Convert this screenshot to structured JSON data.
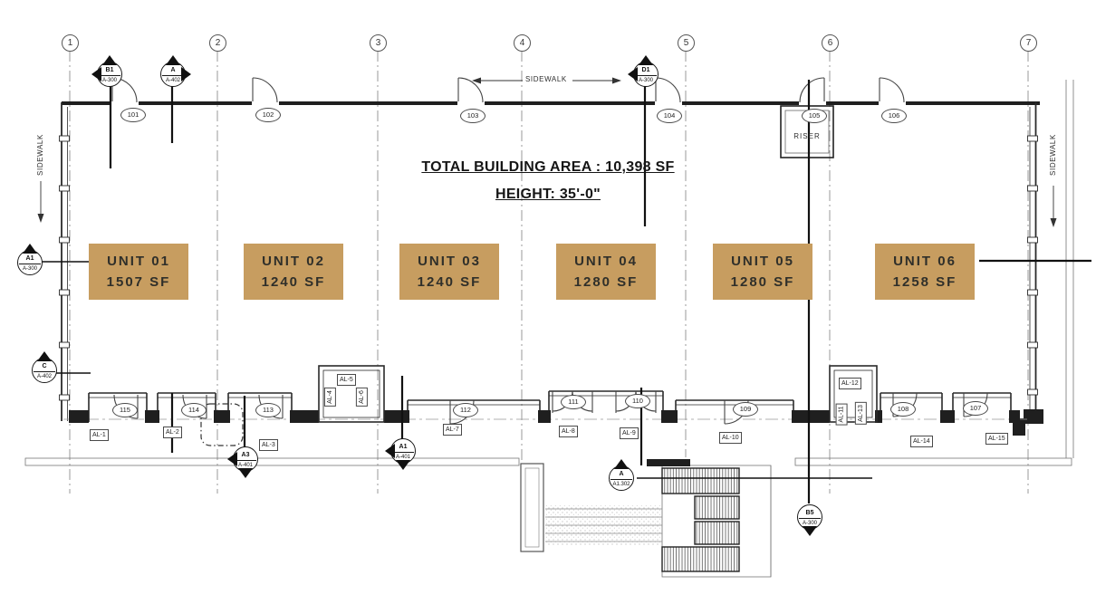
{
  "drawing": {
    "total_area_label": "TOTAL BUILDING AREA : 10,398 SF",
    "height_label": "HEIGHT: 35'-0\"",
    "riser_label": "RISER",
    "sidewalk_top": "SIDEWALK",
    "sidewalk_left": "SIDEWALK",
    "sidewalk_right": "SIDEWALK"
  },
  "colors": {
    "unit_fill": "#C79D60",
    "ink": "#1f1f1f"
  },
  "grid_bubbles": [
    {
      "label": "1"
    },
    {
      "label": "2"
    },
    {
      "label": "3"
    },
    {
      "label": "4"
    },
    {
      "label": "5"
    },
    {
      "label": "6"
    },
    {
      "label": "7"
    }
  ],
  "units": [
    {
      "name": "UNIT 01",
      "area": "1507 SF"
    },
    {
      "name": "UNIT 02",
      "area": "1240 SF"
    },
    {
      "name": "UNIT 03",
      "area": "1240 SF"
    },
    {
      "name": "UNIT 04",
      "area": "1280 SF"
    },
    {
      "name": "UNIT 05",
      "area": "1280 SF"
    },
    {
      "name": "UNIT 06",
      "area": "1258 SF"
    }
  ],
  "door_tags": [
    {
      "label": "101"
    },
    {
      "label": "102"
    },
    {
      "label": "103"
    },
    {
      "label": "104"
    },
    {
      "label": "105"
    },
    {
      "label": "106"
    },
    {
      "label": "115"
    },
    {
      "label": "114"
    },
    {
      "label": "113"
    },
    {
      "label": "112"
    },
    {
      "label": "111"
    },
    {
      "label": "110"
    },
    {
      "label": "109"
    },
    {
      "label": "108"
    },
    {
      "label": "107"
    }
  ],
  "al_tags": [
    {
      "label": "AL-1"
    },
    {
      "label": "AL-2"
    },
    {
      "label": "AL-3"
    },
    {
      "label": "AL-4"
    },
    {
      "label": "AL-5"
    },
    {
      "label": "AL-6"
    },
    {
      "label": "AL-7"
    },
    {
      "label": "AL-8"
    },
    {
      "label": "AL-9"
    },
    {
      "label": "AL-10"
    },
    {
      "label": "AL-11"
    },
    {
      "label": "AL-12"
    },
    {
      "label": "AL-13"
    },
    {
      "label": "AL-14"
    },
    {
      "label": "AL-15"
    }
  ],
  "markers": [
    {
      "top": "B1",
      "bottom": "A-300"
    },
    {
      "top": "A",
      "bottom": "A-402"
    },
    {
      "top": "D1",
      "bottom": "A-300"
    },
    {
      "top": "A1",
      "bottom": "A-300"
    },
    {
      "top": "C",
      "bottom": "A-402"
    },
    {
      "top": "A3",
      "bottom": "A-401"
    },
    {
      "top": "A1",
      "bottom": "A-401"
    },
    {
      "top": "A",
      "bottom": "A1.302"
    },
    {
      "top": "B5",
      "bottom": "A-300"
    }
  ]
}
